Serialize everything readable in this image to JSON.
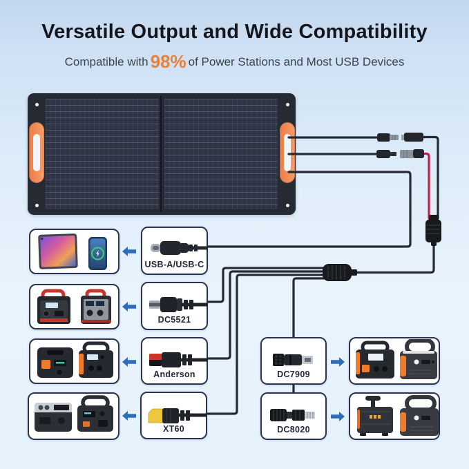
{
  "header": {
    "title": "Versatile Output and Wide Compatibility",
    "subtitle_prefix": "Compatible with",
    "subtitle_highlight": "98%",
    "subtitle_suffix": "of Power Stations and Most USB Devices"
  },
  "connectors": {
    "usb": {
      "label": "USB-A/USB-C"
    },
    "dc5521": {
      "label": "DC5521"
    },
    "anderson": {
      "label": "Anderson"
    },
    "xt60": {
      "label": "XT60"
    },
    "dc7909": {
      "label": "DC7909"
    },
    "dc8020": {
      "label": "DC8020"
    }
  },
  "rows": [
    {
      "connector": "USB-A/USB-C",
      "arrow": "left",
      "devices": "tablet-and-phone"
    },
    {
      "connector": "DC5521",
      "arrow": "left",
      "devices": "red-black-power-stations"
    },
    {
      "connector": "Anderson",
      "arrow": "left",
      "devices": "orange-black-power-stations"
    },
    {
      "connector": "XT60",
      "arrow": "left",
      "devices": "gray-black-power-stations"
    },
    {
      "connector": "DC7909",
      "arrow": "right",
      "devices": "orange-accent-power-stations"
    },
    {
      "connector": "DC8020",
      "arrow": "right",
      "devices": "trolley-power-stations"
    }
  ],
  "colors": {
    "accent_orange": "#e8813c",
    "arrow_blue": "#2e6eb8",
    "wire_black": "#262b33",
    "wire_red": "#c2224e",
    "box_border": "#2a3354",
    "handle_orange": "#ed7c46",
    "xt60_yellow": "#edc83e",
    "anderson_red": "#cd3527"
  }
}
